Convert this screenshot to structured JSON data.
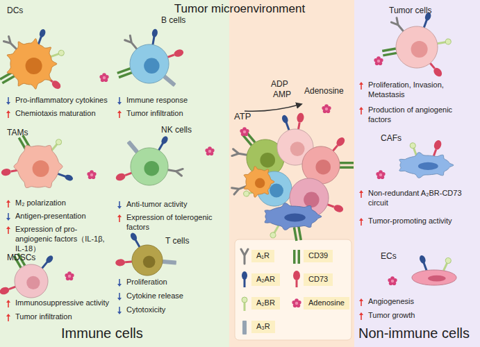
{
  "diagram": {
    "title": "Tumor microenvironment",
    "nodes": [
      {
        "text": [
          "Immune cells"
        ]
      },
      {
        "text": [
          "DCs",
          "Pro-inflammatory cytokines",
          "Chemiotaxis maturation"
        ],
        "in": 0
      },
      {
        "text": [
          "B cells",
          "Immune response",
          "Tumor infiltration"
        ],
        "in": 0
      },
      {
        "text": [
          "TAMs",
          "M₂ polarization",
          "Antigen-presentation",
          "Expression of pro-angiogenic factors（IL-1β, IL-18）"
        ],
        "in": 0
      },
      {
        "text": [
          "NK cells",
          "Anti-tumor activity",
          "Expression of tolerogenic factors"
        ],
        "in": 0
      },
      {
        "text": [
          "MDSCs",
          "Immunosuppressive activity",
          "Tumor infiltration"
        ],
        "in": 0
      },
      {
        "text": [
          "T cells",
          "Proliferation",
          "Cytokine release",
          "Cytotoxicity"
        ],
        "in": 0
      },
      {
        "text": [
          "Non-immune cells"
        ]
      },
      {
        "text": [
          "Tumor cells",
          "Proliferation, Invasion, Metastasis",
          "Production of angiogenic factors"
        ],
        "in": 7
      },
      {
        "text": [
          "CAFs",
          "Non-redundant A₂BR-CD73 circuit",
          "Tumor-promoting activity"
        ],
        "in": 7
      },
      {
        "text": [
          "ECs",
          "Angiogenesis",
          "Tumor growth"
        ],
        "in": 7
      }
    ],
    "edges": [],
    "labels": [
      "ATP",
      "ADP",
      "AMP",
      "Adenosine"
    ],
    "legend": [
      {
        "text": "A₁R"
      },
      {
        "text": "A₂AR"
      },
      {
        "text": "A₂BR"
      },
      {
        "text": "A₃R"
      },
      {
        "text": "CD39"
      },
      {
        "text": "CD73"
      },
      {
        "text": "Adenosine"
      }
    ]
  }
}
